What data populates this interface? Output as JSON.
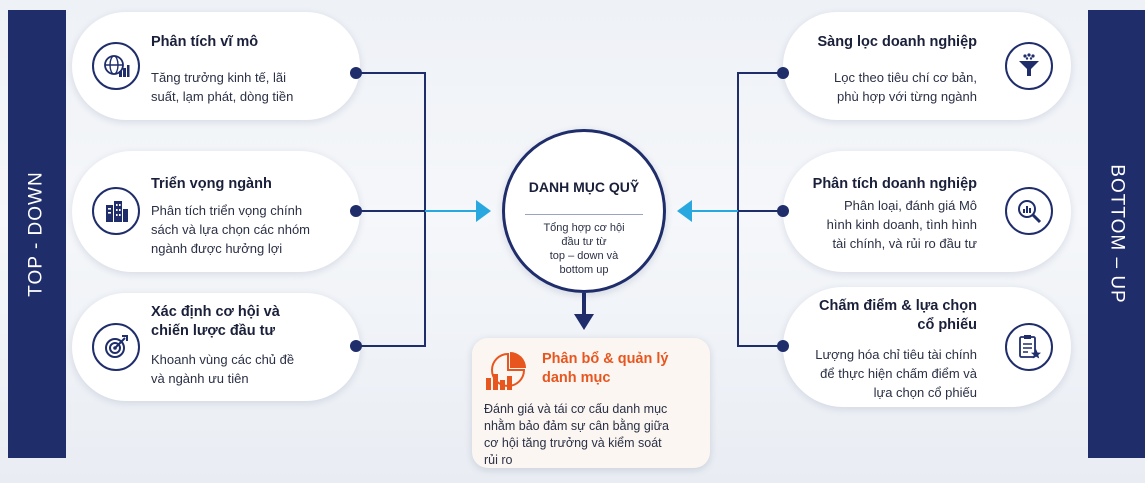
{
  "left_label": "TOP - DOWN",
  "right_label": "BOTTOM – UP",
  "left_cards": [
    {
      "title": "Phân tích vĩ mô",
      "desc_lines": [
        "Tăng trưởng kinh tế, lãi",
        "suất, lạm phát, dòng tiền"
      ],
      "icon": "globe-chart-icon"
    },
    {
      "title": "Triển vọng ngành",
      "desc_lines": [
        "Phân tích triển vọng chính",
        "sách và lựa chọn các nhóm",
        "ngành được hưởng lợi"
      ],
      "icon": "buildings-icon"
    },
    {
      "title_lines": [
        "Xác định cơ hội và",
        "chiến lược đầu tư"
      ],
      "desc_lines": [
        "Khoanh vùng các chủ đề",
        "và ngành ưu tiên"
      ],
      "icon": "target-icon"
    }
  ],
  "right_cards": [
    {
      "title": "Sàng lọc doanh nghiệp",
      "desc_lines": [
        "Lọc theo tiêu chí cơ bản,",
        "phù hợp với từng ngành"
      ],
      "icon": "funnel-icon"
    },
    {
      "title": "Phân tích doanh nghiệp",
      "desc_lines": [
        "Phân loại, đánh giá Mô",
        "hình kinh doanh, tình hình",
        "tài chính, và rủi ro đầu tư"
      ],
      "icon": "magnifier-chart-icon"
    },
    {
      "title_lines": [
        "Chấm điểm & lựa chọn",
        "cổ phiếu"
      ],
      "desc_lines": [
        "Lượng hóa chỉ tiêu tài chính",
        "để thực hiện chấm điểm và",
        "lựa chọn cổ phiếu"
      ],
      "icon": "clipboard-star-icon"
    }
  ],
  "center": {
    "title": "DANH MỤC QUỸ",
    "desc_lines": [
      "Tổng hợp cơ hội",
      "đầu tư từ",
      "top – down và",
      "bottom up"
    ]
  },
  "allocation": {
    "title_lines": [
      "Phân bổ & quản lý",
      "danh mục"
    ],
    "desc_lines": [
      "Đánh giá và tái cơ cấu danh mục",
      "nhằm bảo đảm sự cân bằng giữa",
      "cơ hội tăng trưởng và kiểm soát",
      "rủi ro"
    ],
    "icon": "pie-bar-chart-icon"
  },
  "colors": {
    "navy": "#1f2d6b",
    "arrow_blue": "#29a8e0",
    "orange": "#e8561f"
  }
}
